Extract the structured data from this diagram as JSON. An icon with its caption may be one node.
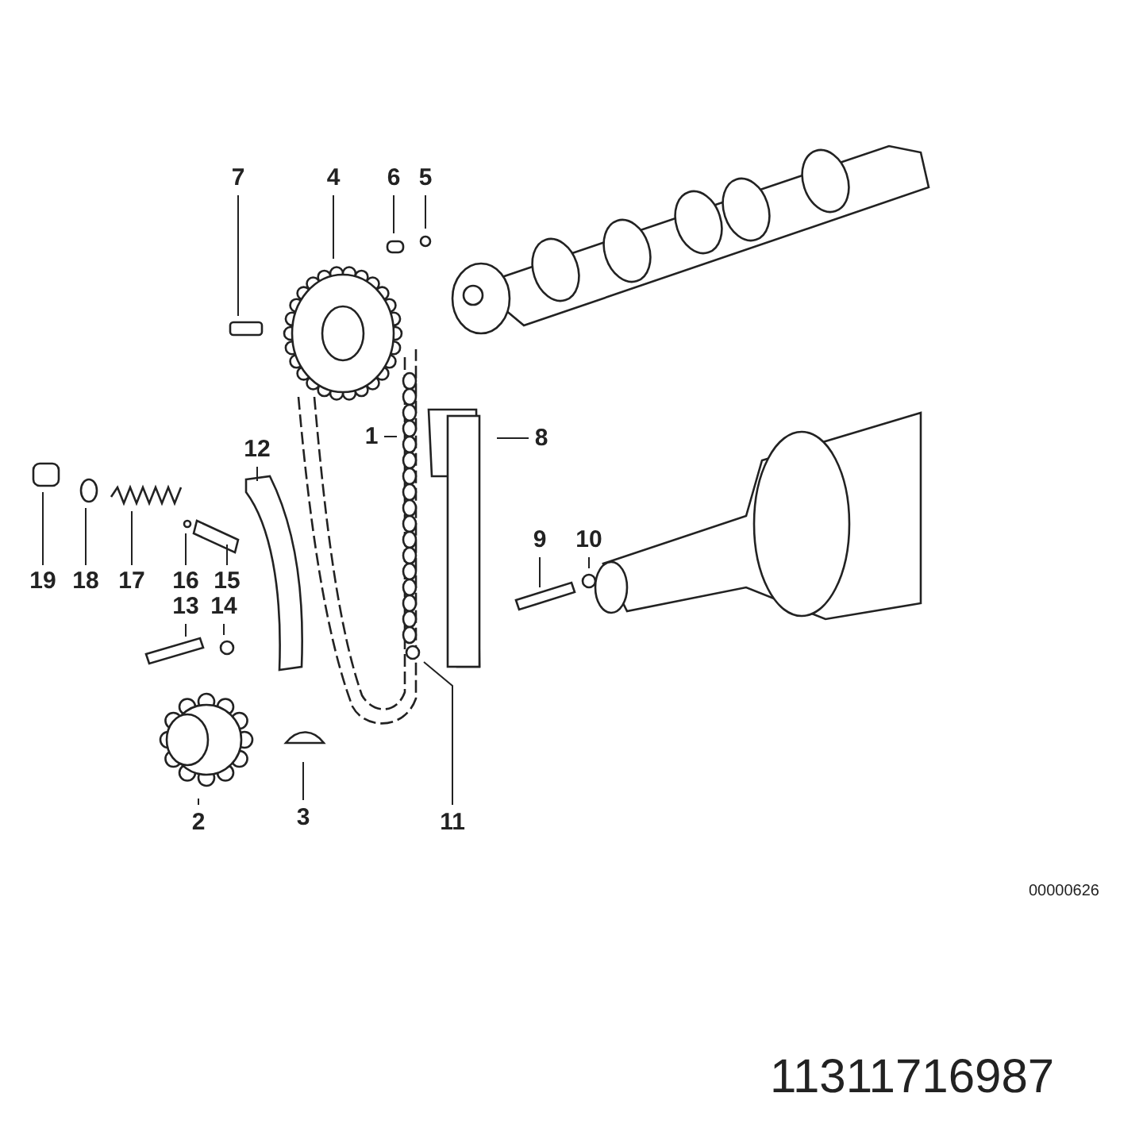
{
  "diagram": {
    "nodes": [
      {
        "text": [
          "7"
        ]
      },
      {
        "text": [
          "4"
        ]
      },
      {
        "text": [
          "6"
        ]
      },
      {
        "text": [
          "5"
        ]
      },
      {
        "text": [
          "1"
        ]
      },
      {
        "text": [
          "8"
        ]
      },
      {
        "text": [
          "12"
        ]
      },
      {
        "text": [
          "19"
        ]
      },
      {
        "text": [
          "18"
        ]
      },
      {
        "text": [
          "17"
        ]
      },
      {
        "text": [
          "16"
        ]
      },
      {
        "text": [
          "15"
        ]
      },
      {
        "text": [
          "9"
        ]
      },
      {
        "text": [
          "10"
        ]
      },
      {
        "text": [
          "13"
        ]
      },
      {
        "text": [
          "14"
        ]
      },
      {
        "text": [
          "2"
        ]
      },
      {
        "text": [
          "3"
        ]
      },
      {
        "text": [
          "11"
        ]
      }
    ],
    "edges": [
      {
        "from": 0,
        "to": null,
        "arrow": "none"
      },
      {
        "from": 1,
        "to": null,
        "arrow": "none"
      },
      {
        "from": 2,
        "to": null,
        "arrow": "none"
      },
      {
        "from": 3,
        "to": null,
        "arrow": "none"
      },
      {
        "from": 4,
        "to": null,
        "arrow": "none"
      },
      {
        "from": 5,
        "to": null,
        "arrow": "none"
      },
      {
        "from": 6,
        "to": null,
        "arrow": "none"
      },
      {
        "from": 7,
        "to": null,
        "arrow": "none"
      },
      {
        "from": 8,
        "to": null,
        "arrow": "none"
      },
      {
        "from": 9,
        "to": null,
        "arrow": "none"
      },
      {
        "from": 10,
        "to": null,
        "arrow": "none"
      },
      {
        "from": 11,
        "to": null,
        "arrow": "none"
      },
      {
        "from": 12,
        "to": null,
        "arrow": "none"
      },
      {
        "from": 13,
        "to": null,
        "arrow": "none"
      },
      {
        "from": 14,
        "to": null,
        "arrow": "none"
      },
      {
        "from": 15,
        "to": null,
        "arrow": "none"
      },
      {
        "from": 16,
        "to": null,
        "arrow": "none"
      },
      {
        "from": 17,
        "to": null,
        "arrow": "none"
      },
      {
        "from": 18,
        "to": null,
        "arrow": "none"
      }
    ],
    "labels": [
      "00000626",
      "11311716987"
    ]
  }
}
